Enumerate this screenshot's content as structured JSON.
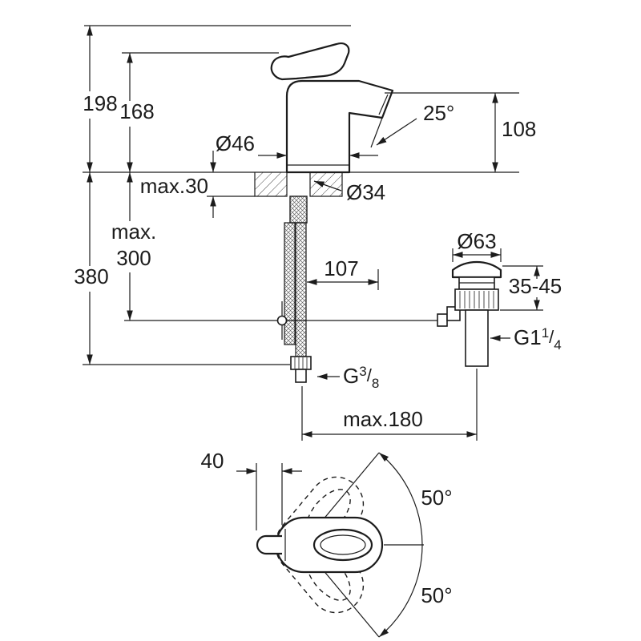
{
  "page": {
    "background": "#ffffff",
    "ink": "#1c1c1c"
  },
  "labels": {
    "height_total": "198",
    "height_body": "168",
    "spout_height": "108",
    "spout_angle": "25°",
    "base_diameter": "Ø46",
    "deck_thickness": "max.30",
    "hole_diameter": "Ø34",
    "hose_max_word": "max.",
    "hose_max_value": "300",
    "total_below": "380",
    "spout_reach": "107",
    "waste_flange_diameter": "Ø63",
    "waste_clamp_range": "35-45",
    "waste_thread": {
      "base": "G1",
      "numerator": "1",
      "slash": "/",
      "denominator": "4"
    },
    "supply_thread": {
      "base": "G",
      "numerator": "3",
      "slash": "/",
      "denominator": "8"
    },
    "lever_offset": "40",
    "swivel_angle_upper": "50°",
    "swivel_angle_lower": "50°"
  }
}
